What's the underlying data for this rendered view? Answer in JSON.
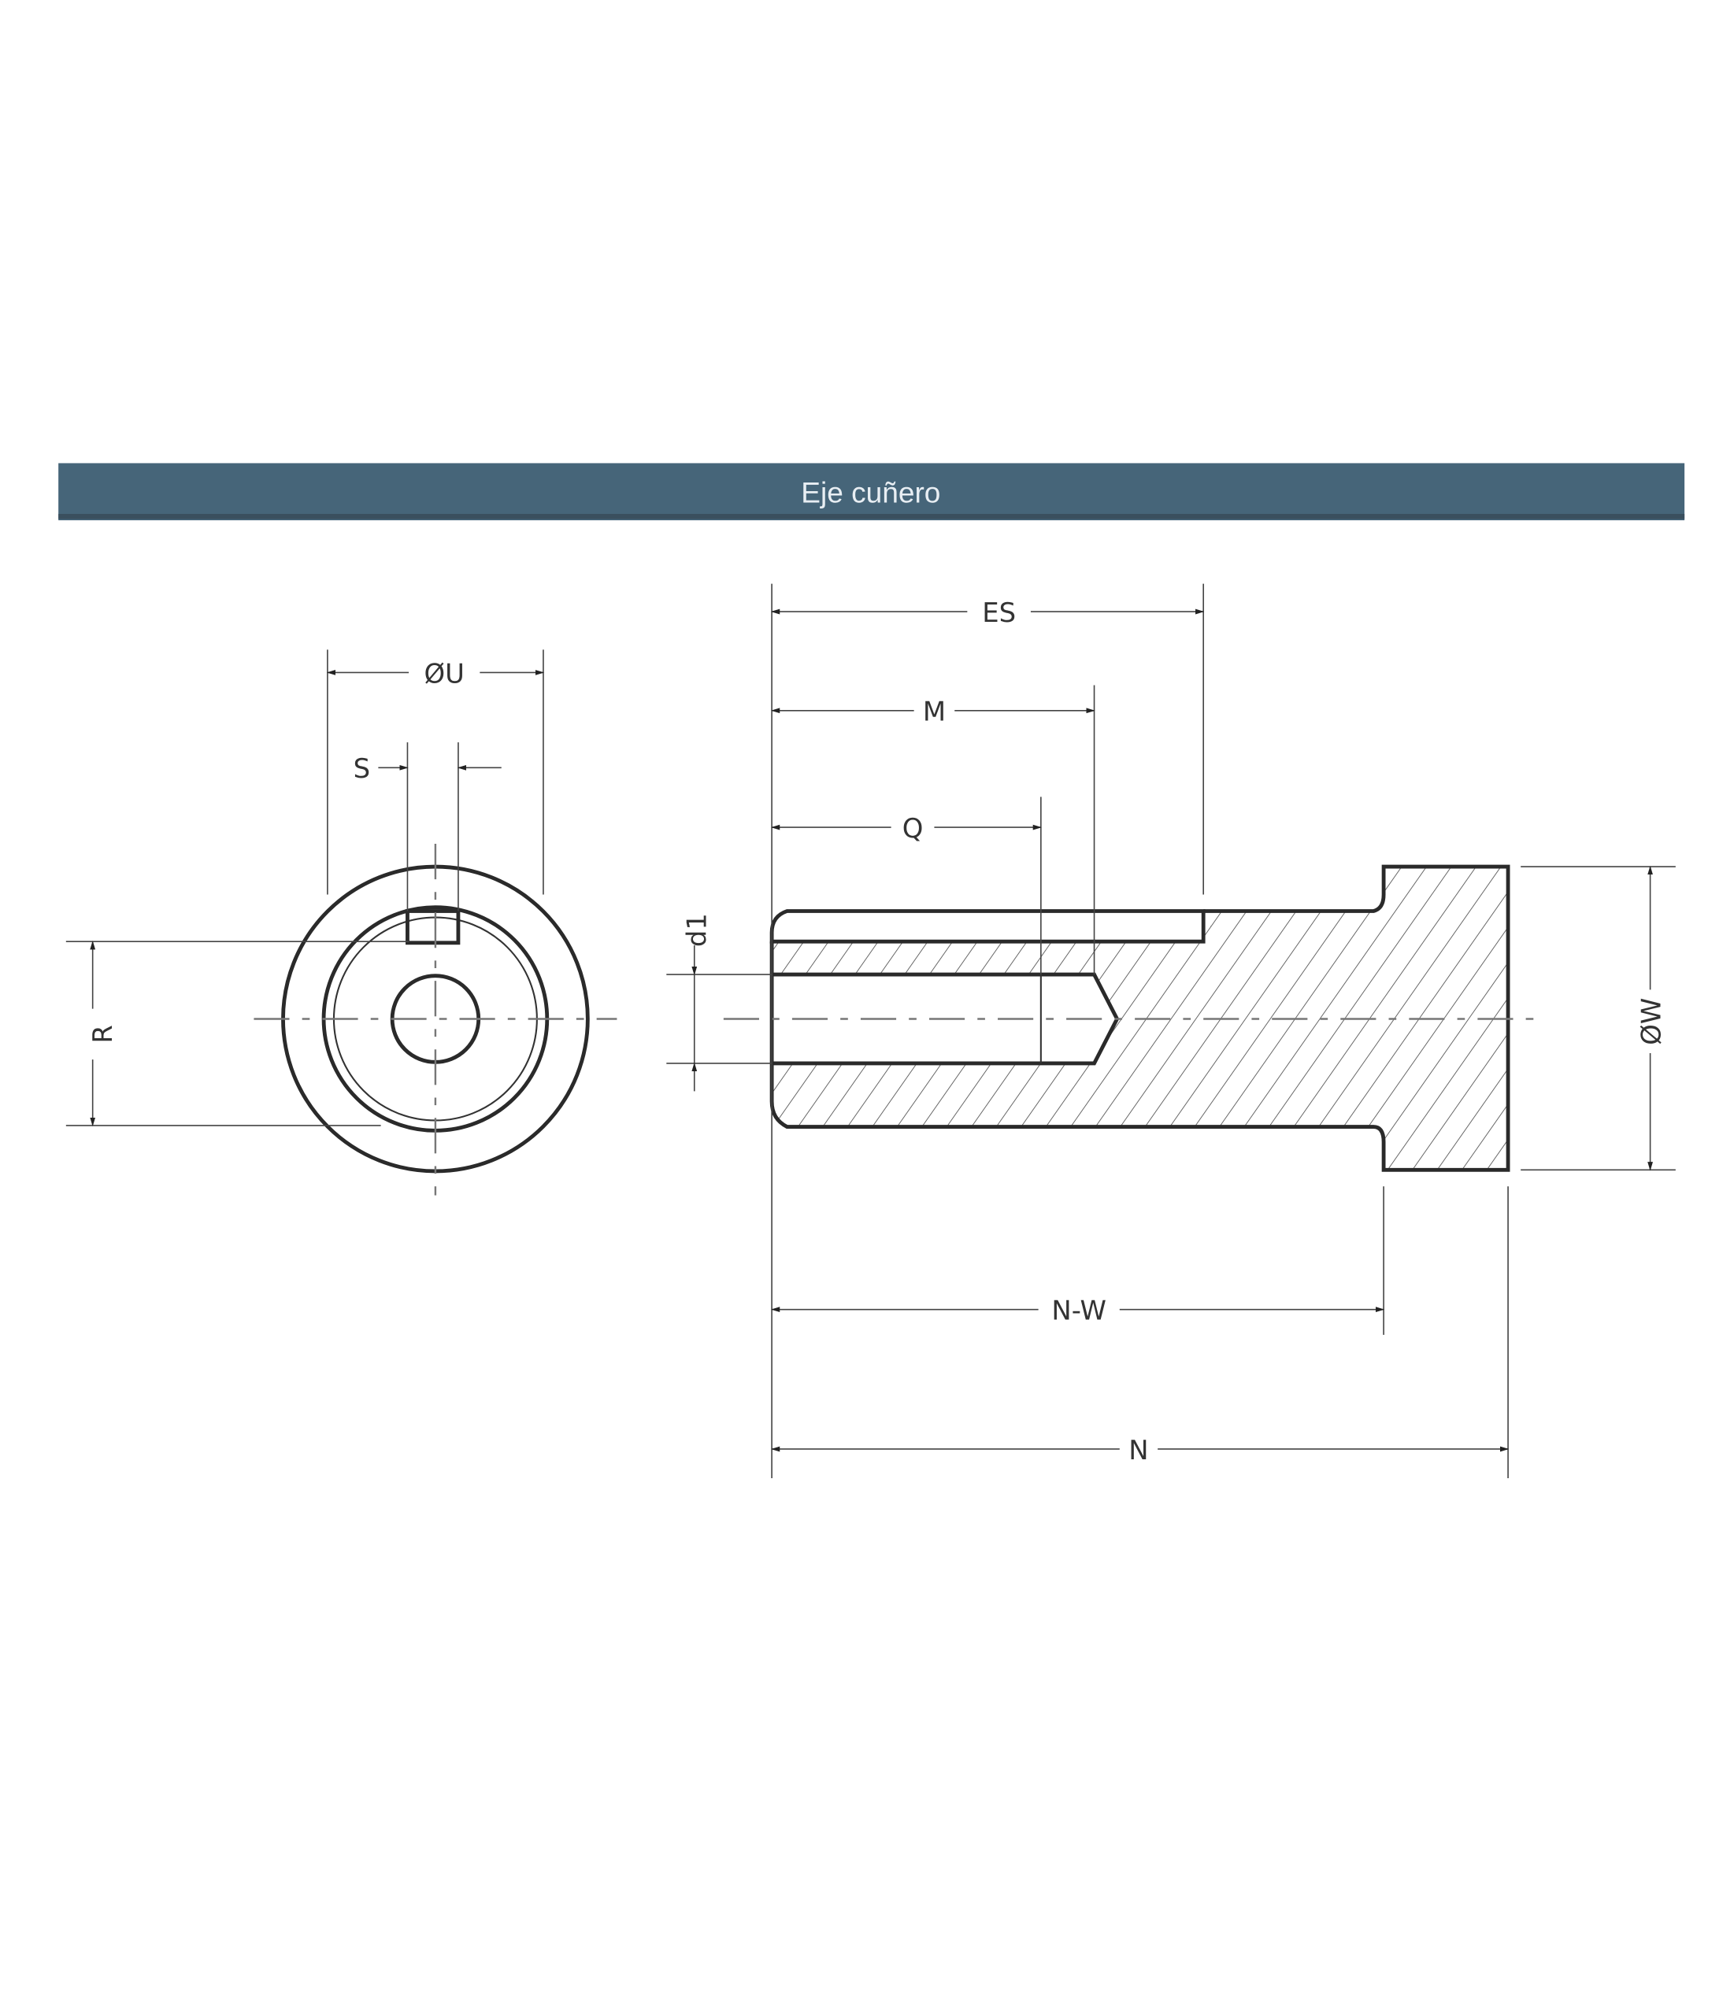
{
  "banner": {
    "title": "Eje cuñero",
    "color": "#466579"
  },
  "front_view": {
    "labels": {
      "diameter_u": "ØU",
      "key_width": "S",
      "key_height": "R"
    }
  },
  "side_view": {
    "labels": {
      "es": "ES",
      "m": "M",
      "q": "Q",
      "d1": "d1",
      "diameter_w": "ØW",
      "n_minus_w": "N-W",
      "n": "N"
    }
  }
}
